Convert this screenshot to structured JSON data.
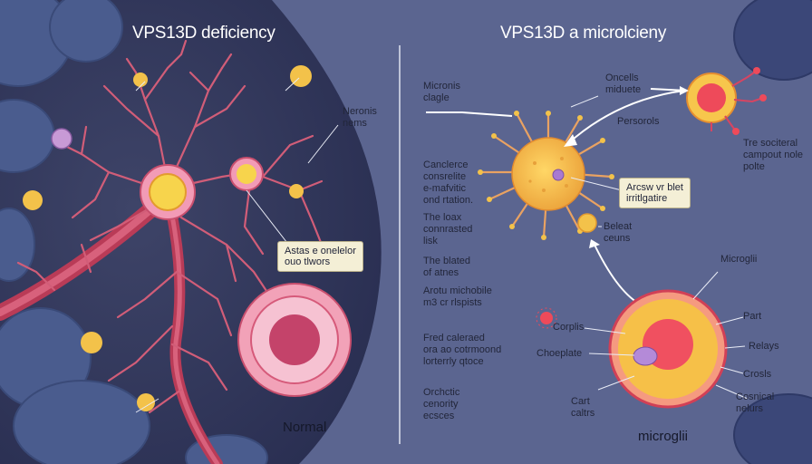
{
  "left_panel": {
    "title": "VPS13D deficiency",
    "label_neurons": "Neronis\nnems",
    "callout": "Astas e onelelor\nouo tlwors",
    "bottom_label": "Normal"
  },
  "right_panel": {
    "title": "VPS13D a microlcieny",
    "label_microglia_top": "Micronis\nclagle",
    "label_cancerous": "Canclerce\nconsrelite\ne-mafvitic\nond rtation.",
    "label_loss": "The loax\nconnrasted\nlisk",
    "label_bloated": "The blated\nof atnes",
    "label_arcus": "Arotu michobile\nm3 cr rlspists",
    "label_freed": "Fred caleraed\nora ao cotrmoond\nlorterrly qtoce",
    "label_orchotic": "Orchctic\ncenority\necsces",
    "label_oncell": "Oncells\nmiduete",
    "label_persorols": "Persorols",
    "label_sociteral": "Tre sociteral\ncampout nole\npolte",
    "callout": "Arcsw vr blet\nirritlgatire",
    "label_beleat": "Beleat\nceuns",
    "label_microgli": "Microglii",
    "label_part": "Part",
    "label_relays": "Relays",
    "label_crosls": "Crosls",
    "label_cosnical": "Cosnical\nnelurs",
    "label_corplis": "Corplis",
    "label_choeplate": "Choeplate",
    "label_cart": "Cart\ncaltrs",
    "bottom_label": "microglii"
  },
  "colors": {
    "background": "#5b6590",
    "vessel": "#c0485e",
    "dendrite": "#d86a82",
    "yellow_cell": "#f3c24a",
    "pink_cell": "#f2a6c4",
    "orange_membrane": "#e9a262"
  }
}
